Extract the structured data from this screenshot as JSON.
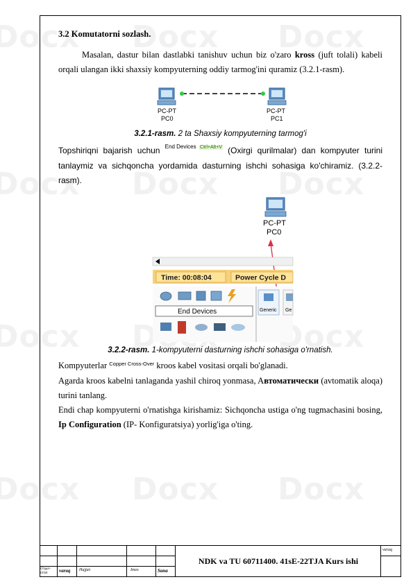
{
  "watermark": "Docx",
  "section_title": "3.2 Komutatorni sozlash.",
  "para1": {
    "before": "Masalan, dastur bilan dastlabki tanishuv uchun biz o'zaro ",
    "bold": "kross",
    "after": " (juft tolali) kabeli orqali ulangan ikki shaxsiy kompyuterning oddiy tarmog'ini quramiz (3.2.1-rasm)."
  },
  "fig1": {
    "pc0_type": "PC-PT",
    "pc0_name": "PC0",
    "pc1_type": "PC-PT",
    "pc1_name": "PC1",
    "caption_num": "3.2.1-rasm.",
    "caption_text": " 2 ta Shaxsiy kompyuterning tarmog'i"
  },
  "para2": {
    "before": "Topshiriqni bajarish uchun ",
    "inline_label": "End Devices",
    "inline_shortcut": "Ctrl+Alt+V",
    "after": " (Oxirgi qurilmalar) dan kompyuter turini tanlaymiz va sichqoncha yordamida dasturning ishchi sohasiga ko'chiramiz. (3.2.2-rasm)."
  },
  "fig2": {
    "pc_type": "PC-PT",
    "pc_name": "PC0",
    "time_label": "Time: 00:08:04",
    "power_cycle": "Power Cycle D",
    "end_devices": "End Devices",
    "generic": "Generic",
    "generic2": "Ge",
    "caption_num": "3.2.2-rasm.",
    "caption_text": " 1-kompyuterni dasturning ishchi sohasiga o'rnatish."
  },
  "para3": {
    "before": "Kompyuterlar ",
    "inline_copper": "Copper Cross-Over",
    "after": " kroos kabel vositasi orqali bo'glanadi."
  },
  "para4": {
    "before": "Agarda kroos kabelni tanlaganda yashil chiroq yonmasa, A",
    "bold": "втоматически",
    "after": " (avtomatik aloqa) turini tanlang."
  },
  "para5": {
    "before": "Endi chap kompyuterni o'rnatishga kirishamiz: Sichqoncha ustiga o'ng tugmachasini bosing, ",
    "bold": "Ip Configuration",
    "after": " (IP- Konfiguratsiya) yorlig'iga o'ting."
  },
  "footer": {
    "title": "NDK va TU  60711400. 41sE-22TJA Kurs ishi",
    "varaq_right": "varaq",
    "col_ozgarish": "O'zgar- tirish",
    "col_varaq": "varaq",
    "col_hujjat": "Hujjat:",
    "col_imzo": "Imzo",
    "col_sana": "Sana"
  }
}
